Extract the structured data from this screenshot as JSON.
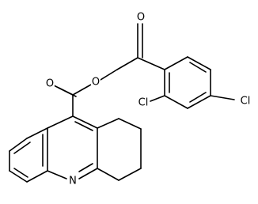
{
  "molecule": {
    "atoms": {
      "carbonyl_oxygen": "O",
      "ester_oxygen": "O",
      "ester_carbonyl_oxygen": "O",
      "ring_nitrogen": "N",
      "chlorine_ortho": "Cl",
      "chlorine_para": "Cl"
    }
  }
}
